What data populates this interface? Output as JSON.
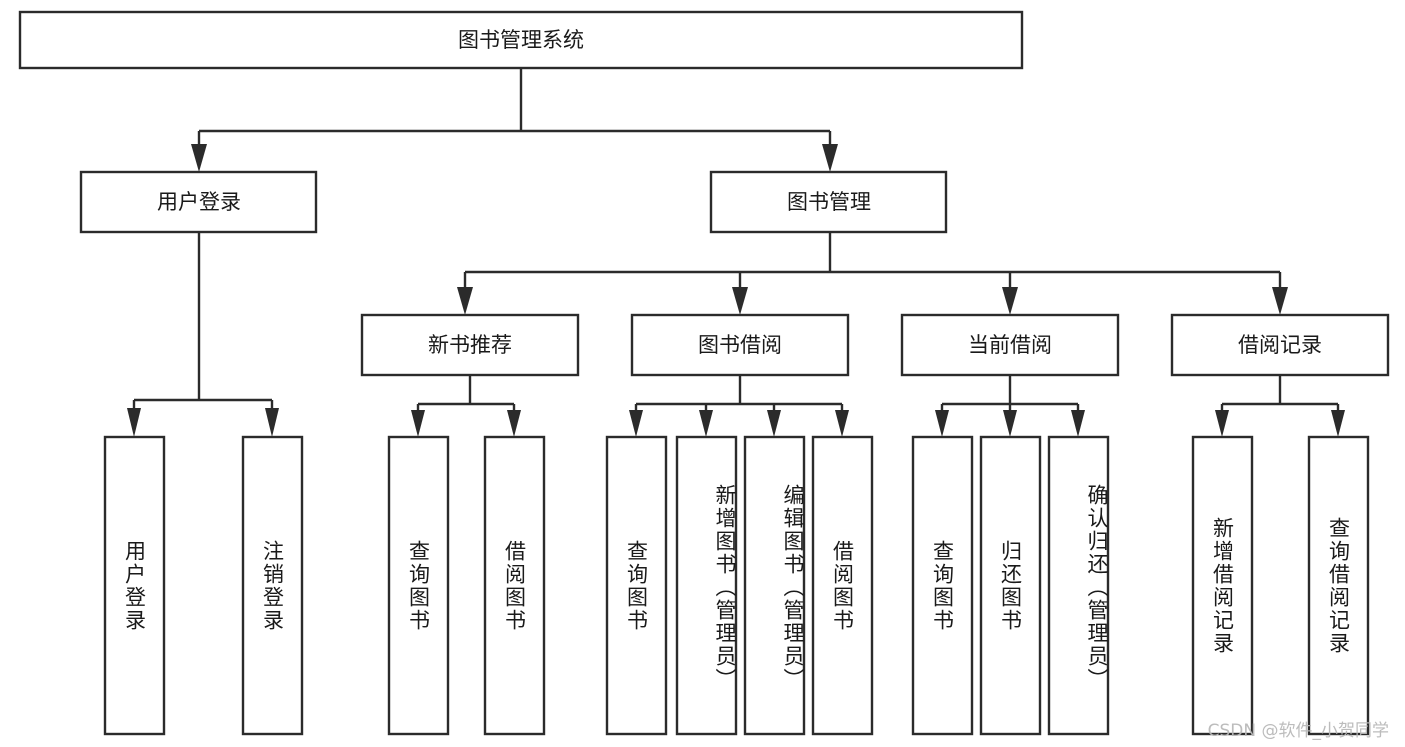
{
  "diagram": {
    "type": "tree-hierarchy",
    "title": "图书管理系统",
    "watermark": "CSDN @软件_小贺同学",
    "colors": {
      "background": "#ffffff",
      "box_fill": "#ffffff",
      "stroke": "#2b2b2b",
      "text": "#1a1a1a",
      "watermark": "#b9b9b9"
    },
    "root": {
      "id": "root",
      "label": "图书管理系统",
      "orientation": "horizontal"
    },
    "level2": [
      {
        "id": "user-login",
        "label": "用户登录",
        "orientation": "horizontal"
      },
      {
        "id": "book-management",
        "label": "图书管理",
        "orientation": "horizontal"
      }
    ],
    "level3": [
      {
        "id": "new-book-recommend",
        "label": "新书推荐",
        "orientation": "horizontal",
        "parent": "book-management"
      },
      {
        "id": "book-borrow",
        "label": "图书借阅",
        "orientation": "horizontal",
        "parent": "book-management"
      },
      {
        "id": "current-borrow",
        "label": "当前借阅",
        "orientation": "horizontal",
        "parent": "book-management"
      },
      {
        "id": "borrow-record",
        "label": "借阅记录",
        "orientation": "horizontal",
        "parent": "book-management"
      }
    ],
    "leaves": [
      {
        "id": "leaf-user-login",
        "label": "用户登录",
        "orientation": "vertical",
        "parent": "user-login"
      },
      {
        "id": "leaf-logout-login",
        "label": "注销登录",
        "orientation": "vertical",
        "parent": "user-login"
      },
      {
        "id": "leaf-query-book-1",
        "label": "查询图书",
        "orientation": "vertical",
        "parent": "new-book-recommend"
      },
      {
        "id": "leaf-borrow-book-1",
        "label": "借阅图书",
        "orientation": "vertical",
        "parent": "new-book-recommend"
      },
      {
        "id": "leaf-query-book-2",
        "label": "查询图书",
        "orientation": "vertical",
        "parent": "book-borrow"
      },
      {
        "id": "leaf-add-book",
        "label": "新增图书（管理员）",
        "orientation": "vertical",
        "parent": "book-borrow"
      },
      {
        "id": "leaf-edit-book",
        "label": "编辑图书（管理员）",
        "orientation": "vertical",
        "parent": "book-borrow"
      },
      {
        "id": "leaf-borrow-book-2",
        "label": "借阅图书",
        "orientation": "vertical",
        "parent": "book-borrow"
      },
      {
        "id": "leaf-query-book-3",
        "label": "查询图书",
        "orientation": "vertical",
        "parent": "current-borrow"
      },
      {
        "id": "leaf-return-book",
        "label": "归还图书",
        "orientation": "vertical",
        "parent": "current-borrow"
      },
      {
        "id": "leaf-confirm-return",
        "label": "确认归还（管理员）",
        "orientation": "vertical",
        "parent": "current-borrow"
      },
      {
        "id": "leaf-add-record",
        "label": "新增借阅记录",
        "orientation": "vertical",
        "parent": "borrow-record"
      },
      {
        "id": "leaf-query-record",
        "label": "查询借阅记录",
        "orientation": "vertical",
        "parent": "borrow-record"
      }
    ]
  }
}
